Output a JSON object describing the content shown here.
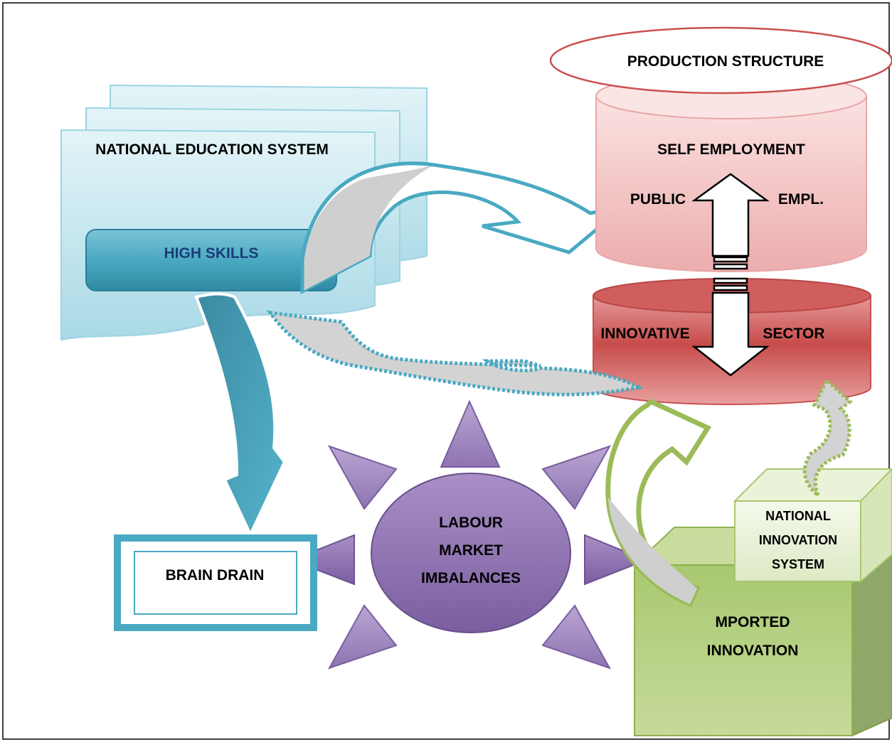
{
  "labels": {
    "production_structure": "PRODUCTION STRUCTURE",
    "national_education_system": "NATIONAL EDUCATION SYSTEM",
    "high_skills": "HIGH SKILLS",
    "self_employment": "SELF EMPLOYMENT",
    "public": "PUBLIC",
    "empl": "EMPL.",
    "innovative": "INNOVATIVE",
    "sector": "SECTOR",
    "labour_market_imbalances": [
      "LABOUR",
      "MARKET",
      "IMBALANCES"
    ],
    "brain_drain": "BRAIN DRAIN",
    "national_innovation_system": [
      "NATIONAL",
      "INNOVATION",
      "SYSTEM"
    ],
    "imported_innovation": [
      "MPORTED",
      "INNOVATION"
    ]
  },
  "colors": {
    "education": "#c8e9f1",
    "high_skills": "#3ea2bb",
    "production": "#f3c6c6",
    "innovative": "#c9504f",
    "labour": "#8064a2",
    "brain_drain_border": "#4bacc6",
    "innovation": "#9bbb59"
  }
}
